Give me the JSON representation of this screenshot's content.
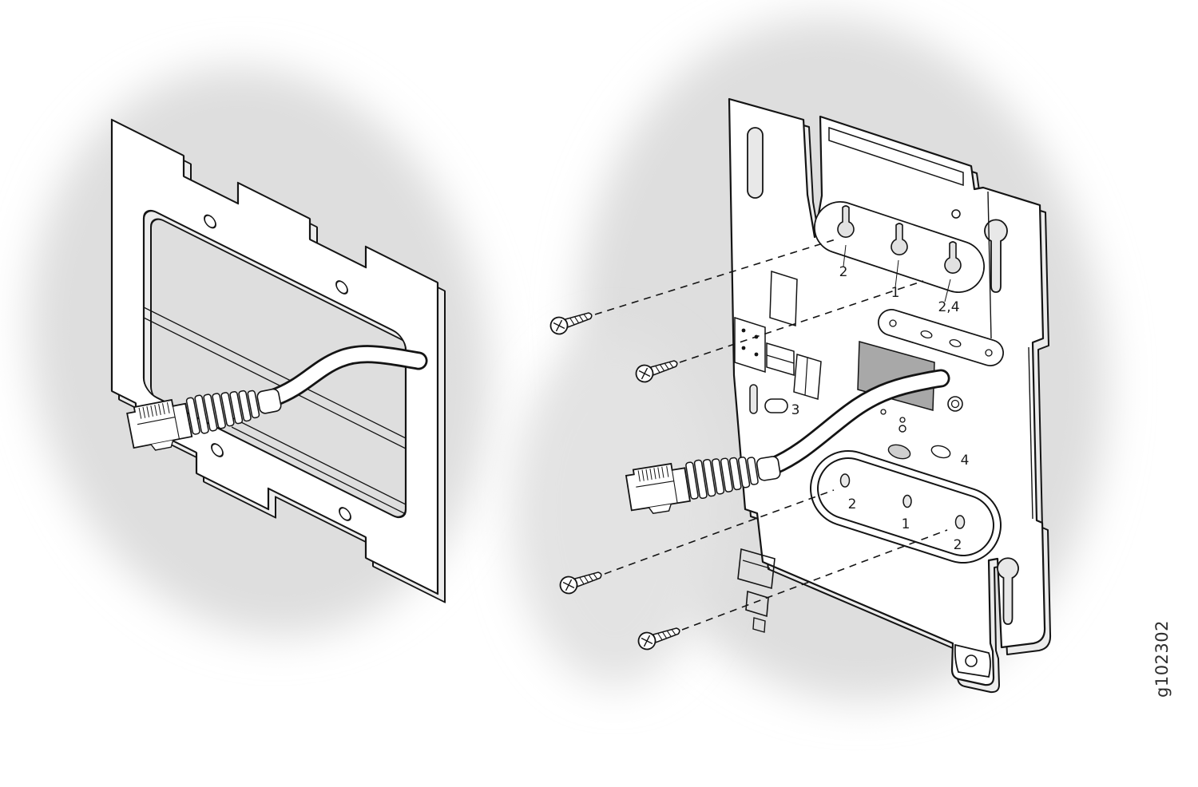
{
  "figure": {
    "watermark": "g102302"
  },
  "callouts": {
    "top": [
      "2",
      "1",
      "2,4"
    ],
    "middle": [
      "3",
      "4"
    ],
    "bottom": [
      "2",
      "1",
      "2"
    ]
  },
  "colors": {
    "line": "#141414",
    "face": "#ffffff",
    "side_face": "#ececec",
    "shadow": "#dedede",
    "recess_dark": "#a8a8a8",
    "slot_fill": "#e8e8e8"
  }
}
